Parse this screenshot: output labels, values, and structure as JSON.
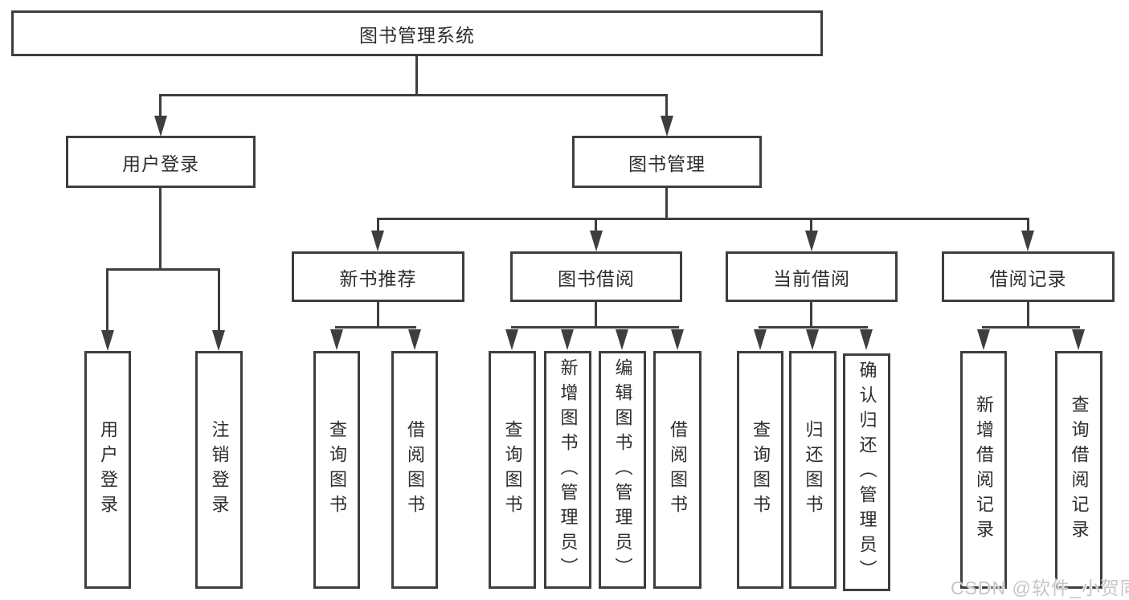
{
  "diagram": {
    "root": "图书管理系统",
    "user_login": {
      "label": "用户登录",
      "children": [
        "用户登录",
        "注销登录"
      ]
    },
    "book_management": {
      "label": "图书管理",
      "sections": [
        {
          "label": "新书推荐",
          "children": [
            "查询图书",
            "借阅图书"
          ]
        },
        {
          "label": "图书借阅",
          "children": [
            "查询图书",
            "新增图书（管理员）",
            "编辑图书（管理员）",
            "借阅图书"
          ]
        },
        {
          "label": "当前借阅",
          "children": [
            "查询图书",
            "归还图书",
            "确认归还（管理员）"
          ]
        },
        {
          "label": "借阅记录",
          "children": [
            "新增借阅记录",
            "查询借阅记录"
          ]
        }
      ]
    }
  },
  "watermark": "CSDN @软件_小贺同学",
  "colors": {
    "line": "#3e3e3e",
    "text": "#2d2d2d",
    "watermark": "#c6c6c6",
    "background": "#ffffff"
  }
}
